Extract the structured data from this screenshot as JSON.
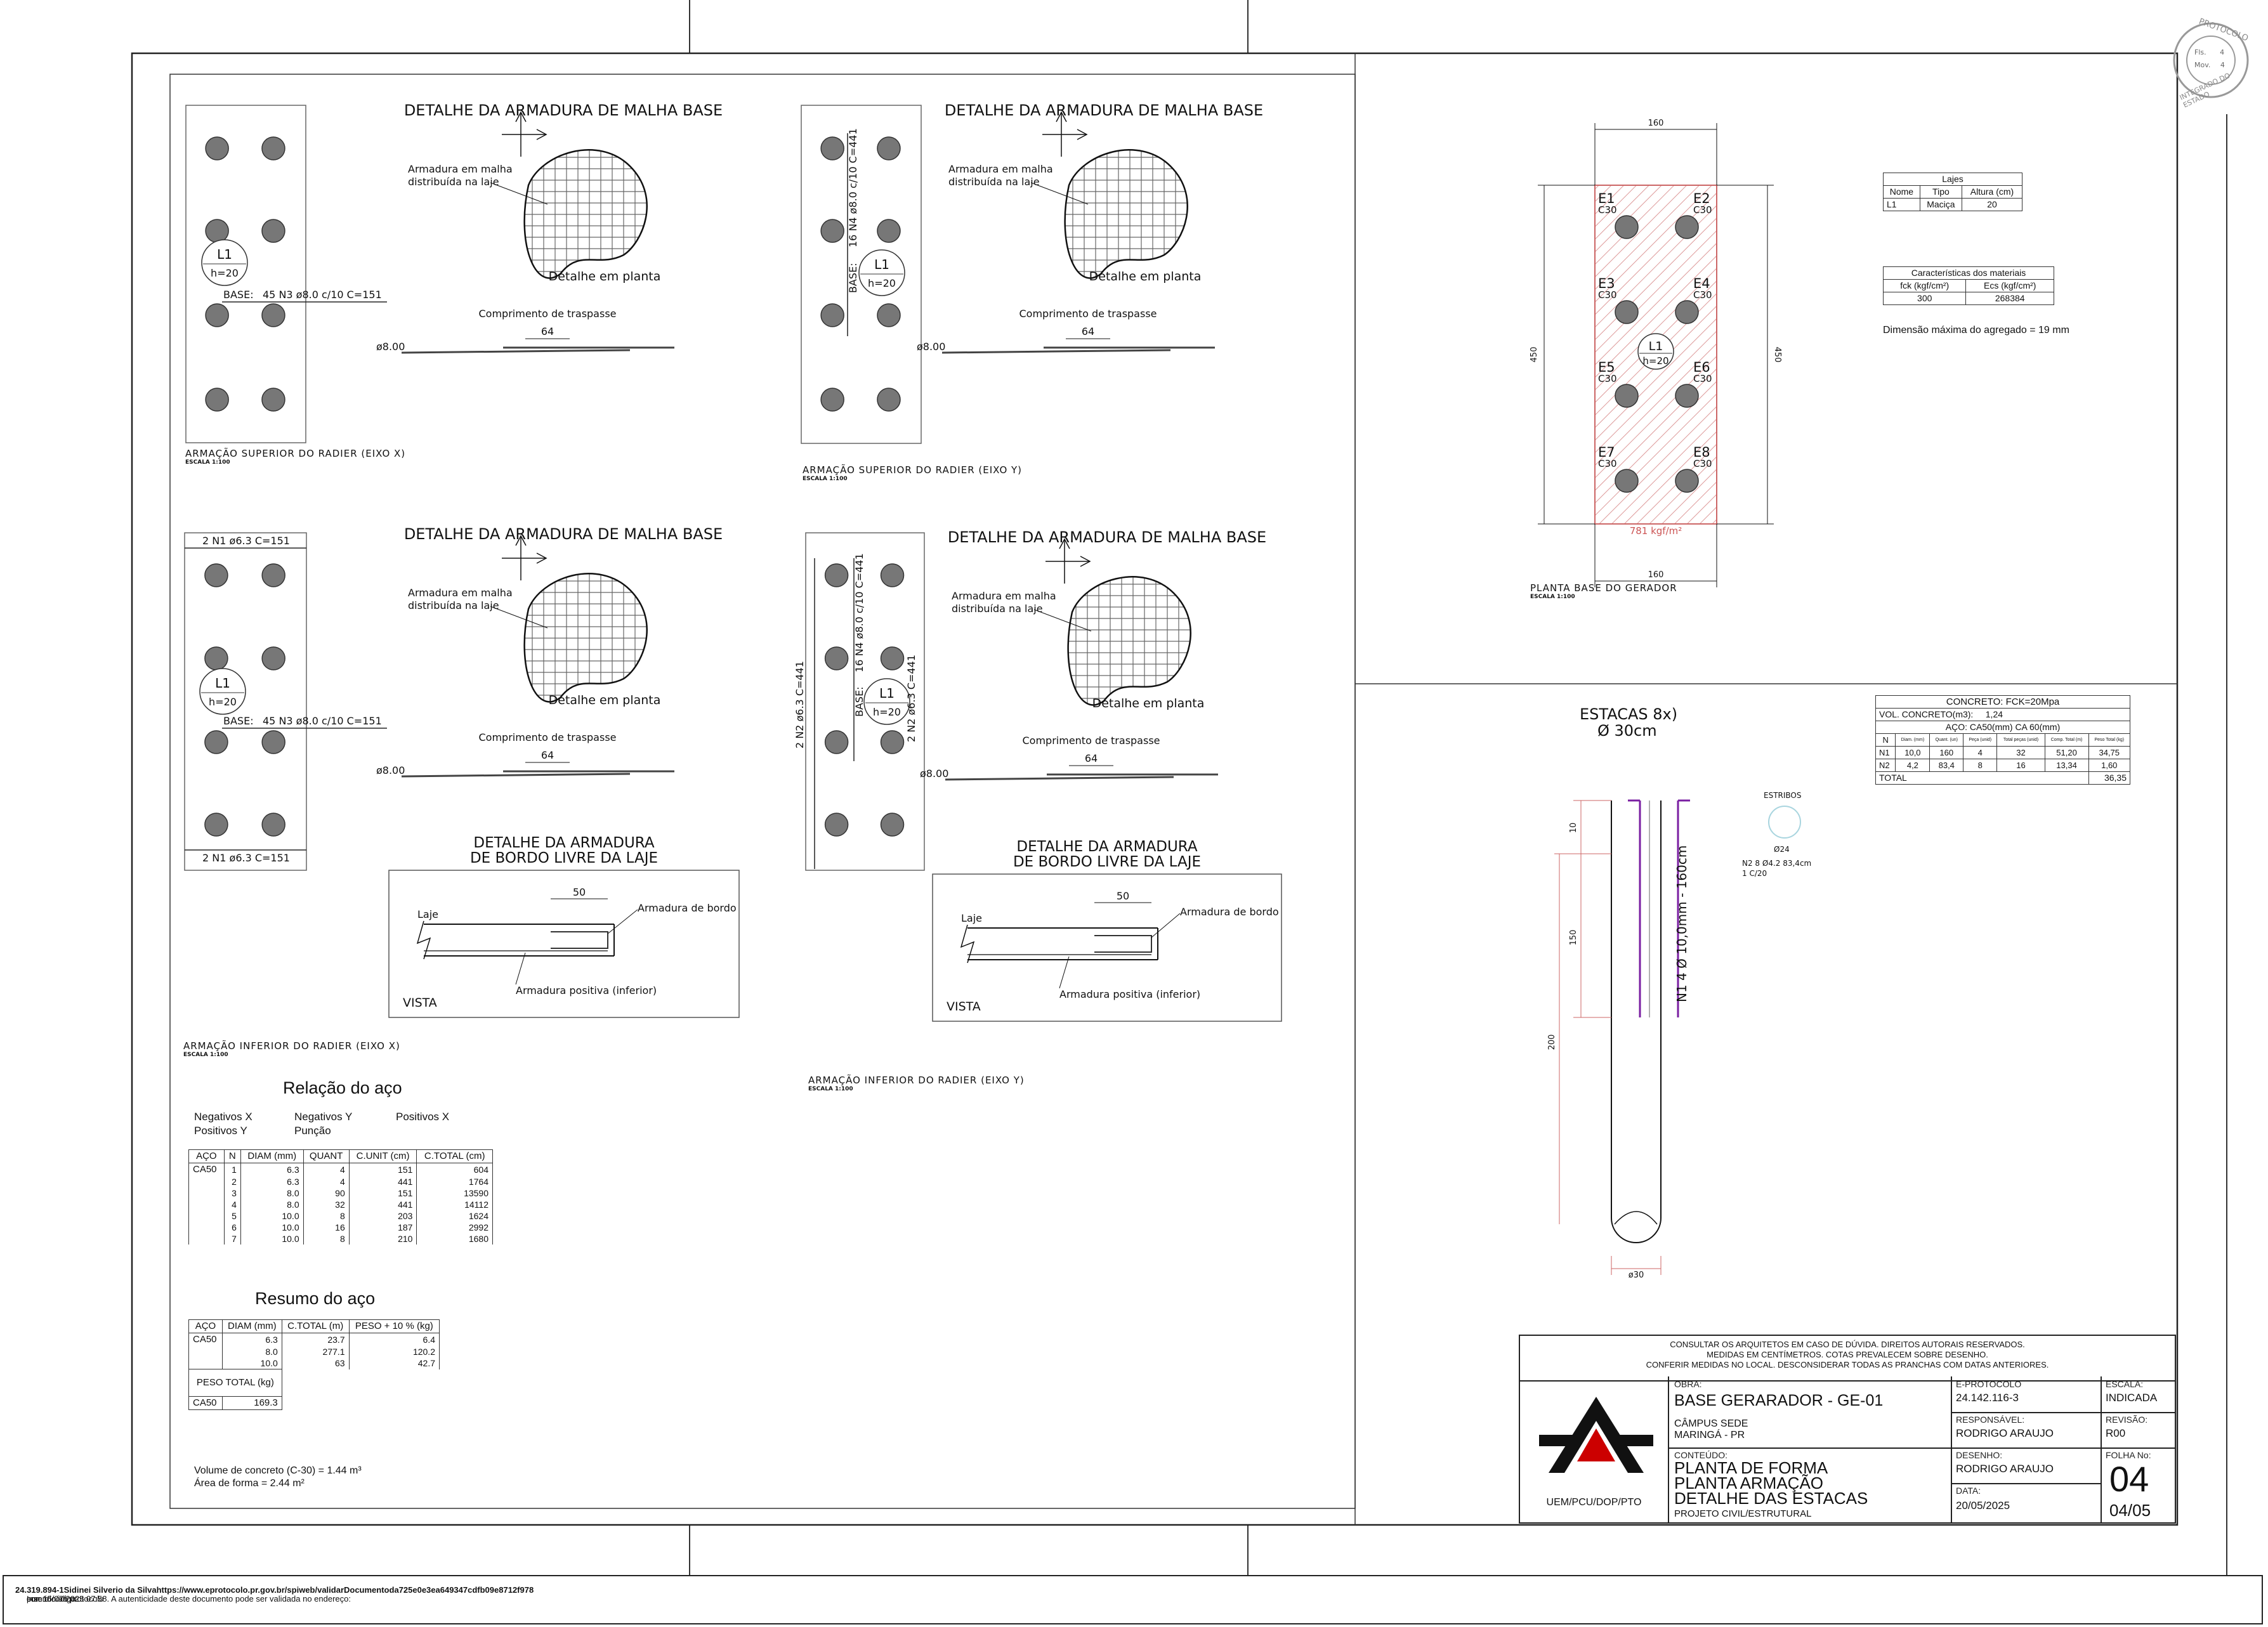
{
  "stamp": {
    "line1": "PROTOCOLO",
    "line2": "INTEGRADO DO ESTADO",
    "fls_label": "Fls.",
    "fls": "4",
    "mov_label": "Mov.",
    "mov": "4"
  },
  "details": {
    "malha_title": "DETALHE DA ARMADURA DE MALHA BASE",
    "malha_note1": "Armadura em malha",
    "malha_note2": "distribuída na laje",
    "planta": "Detalhe em planta",
    "traspasse": "Comprimento de traspasse",
    "traspasse_val": "64",
    "diam": "ø8.00",
    "bordo_title1": "DETALHE DA ARMADURA",
    "bordo_title2": "DE BORDO LIVRE DA LAJE",
    "bordo_dim": "50",
    "laje": "Laje",
    "bordo_label": "Armadura de bordo",
    "positiva": "Armadura positiva (inferior)",
    "vista": "VISTA"
  },
  "panels": {
    "sup_x": "ARMAÇÃO SUPERIOR DO RADIER (EIXO X)",
    "sup_y": "ARMAÇÃO SUPERIOR DO RADIER (EIXO Y)",
    "inf_x": "ARMAÇÃO INFERIOR DO RADIER (EIXO X)",
    "inf_y": "ARMAÇÃO INFERIOR DO RADIER (EIXO Y)",
    "escala": "ESCALA 1:100",
    "slab": "L1",
    "slab_h": "h=20",
    "base": "BASE:",
    "bar_x": "45 N3 ø8.0 c/10  C=151",
    "bar_y": "16 N4 ø8.0 c/10  C=441",
    "n1": "2 N1 ø6.3  C=151",
    "n2": "2 N2 ø6.3  C=441"
  },
  "relacao": {
    "title": "Relação do aço",
    "legend": [
      "Negativos X",
      "Positivos Y",
      "Negativos Y",
      "Punção",
      "Positivos X"
    ],
    "headers": [
      "AÇO",
      "N",
      "DIAM (mm)",
      "QUANT",
      "C.UNIT (cm)",
      "C.TOTAL (cm)"
    ],
    "steel": "CA50",
    "rows": [
      [
        "1",
        "6.3",
        "4",
        "151",
        "604"
      ],
      [
        "2",
        "6.3",
        "4",
        "441",
        "1764"
      ],
      [
        "3",
        "8.0",
        "90",
        "151",
        "13590"
      ],
      [
        "4",
        "8.0",
        "32",
        "441",
        "14112"
      ],
      [
        "5",
        "10.0",
        "8",
        "203",
        "1624"
      ],
      [
        "6",
        "10.0",
        "16",
        "187",
        "2992"
      ],
      [
        "7",
        "10.0",
        "8",
        "210",
        "1680"
      ]
    ]
  },
  "resumo": {
    "title": "Resumo do aço",
    "headers": [
      "AÇO",
      "DIAM (mm)",
      "C.TOTAL (m)",
      "PESO + 10 % (kg)"
    ],
    "steel": "CA50",
    "rows": [
      [
        "6.3",
        "23.7",
        "6.4"
      ],
      [
        "8.0",
        "277.1",
        "120.2"
      ],
      [
        "10.0",
        "63",
        "42.7"
      ]
    ],
    "peso_total_label": "PESO TOTAL (kg)",
    "peso_total": "169.3",
    "volume": "Volume de concreto (C-30) = 1.44 m³",
    "area": "Área de forma = 2.44 m²"
  },
  "planta_base": {
    "title": "PLANTA BASE DO GERADOR",
    "escala": "ESCALA 1:100",
    "dim_w": "160",
    "dim_h": "450",
    "slab": "L1",
    "slab_h": "h=20",
    "load": "781 kgf/m²",
    "piles": [
      {
        "id": "E1",
        "c": "C30"
      },
      {
        "id": "E2",
        "c": "C30"
      },
      {
        "id": "E3",
        "c": "C30"
      },
      {
        "id": "E4",
        "c": "C30"
      },
      {
        "id": "E5",
        "c": "C30"
      },
      {
        "id": "E6",
        "c": "C30"
      },
      {
        "id": "E7",
        "c": "C30"
      },
      {
        "id": "E8",
        "c": "C30"
      }
    ]
  },
  "lajes": {
    "title": "Lajes",
    "headers": [
      "Nome",
      "Tipo",
      "Altura (cm)"
    ],
    "row": [
      "L1",
      "Maciça",
      "20"
    ]
  },
  "materiais": {
    "title": "Características dos materiais",
    "headers": [
      "fck (kgf/cm²)",
      "Ecs (kgf/cm²)"
    ],
    "row": [
      "300",
      "268384"
    ],
    "agregado": "Dimensão máxima do agregado = 19 mm"
  },
  "estacas": {
    "title": "ESTACAS 8x)",
    "subtitle": "Ø 30cm",
    "bar_label": "N1 4 Ø 10,0mm - 160cm",
    "dim1": "10",
    "dim2": "150",
    "dim3": "200",
    "diam": "ø30",
    "estribos": "ESTRIBOS",
    "estribo_d": "Ø24",
    "estribo_spec1": "N2 8 Ø4.2 83,4cm",
    "estribo_spec2": "1 C/20"
  },
  "concreto_table": {
    "title": "CONCRETO: FCK=20Mpa",
    "volume_label": "VOL. CONCRETO(m3):",
    "volume": "1,24",
    "aco": "AÇO: CA50(mm) CA 60(mm)",
    "headers": [
      "N",
      "Diam. (mm)",
      "Quant. (un)",
      "Peça (unid)",
      "Total peças (unid)",
      "Comp. Total (m)",
      "Peso Total (kg)"
    ],
    "rows": [
      [
        "N1",
        "10,0",
        "160",
        "4",
        "32",
        "51,20",
        "34,75"
      ],
      [
        "N2",
        "4,2",
        "83,4",
        "8",
        "16",
        "13,34",
        "1,60"
      ]
    ],
    "total_label": "TOTAL",
    "total": "36,35"
  },
  "title_block": {
    "notice1": "CONSULTAR OS ARQUITETOS EM CASO DE DÚVIDA. DIREITOS AUTORAIS RESERVADOS.",
    "notice2": "MEDIDAS EM CENTÍMETROS. COTAS PREVALECEM SOBRE DESENHO.",
    "notice3": "CONFERIR MEDIDAS NO LOCAL. DESCONSIDERAR TODAS AS PRANCHAS COM DATAS ANTERIORES.",
    "org": "UEM/PCU/DOP/PTO",
    "obra_label": "OBRA:",
    "obra": "BASE GERARADOR - GE-01",
    "local1": "CÂMPUS SEDE",
    "local2": "MARINGÁ - PR",
    "conteudo_label": "CONTEÚDO:",
    "conteudo1": "PLANTA DE FORMA",
    "conteudo2": "PLANTA ARMAÇÃO",
    "conteudo3": "DETALHE DAS ESTACAS",
    "conteudo4": "PROJETO CIVIL/ESTRUTURAL",
    "eprot_label": "E-PROTOCOLO",
    "eprot": "24.142.116-3",
    "resp_label": "RESPONSÁVEL:",
    "resp": "RODRIGO ARAUJO",
    "desenho_label": "DESENHO:",
    "desenho": "RODRIGO ARAUJO",
    "data_label": "DATA:",
    "data": "20/05/2025",
    "escala_label": "ESCALA:",
    "escala": "INDICADA",
    "revisao_label": "REVISÃO:",
    "revisao": "R00",
    "folha_label": "FOLHA No:",
    "folha": "04",
    "folha_total": "04/05"
  },
  "footer": {
    "prefix": "Inserido ao protocolo ",
    "protocol": "24.319.894-1",
    "by": " por: ",
    "name": "Sidinei Silverio da Silva",
    "rest": " em: 15/07/2025 07:58. A autenticidade deste documento pode ser validada no endereço: ",
    "url": "https://www.eprotocolo.pr.gov.br/spiweb/validarDocumento",
    "code_pre": " com o código: ",
    "code": "da725e0e3ea649347cdfb09e8712f978",
    "end": "."
  }
}
